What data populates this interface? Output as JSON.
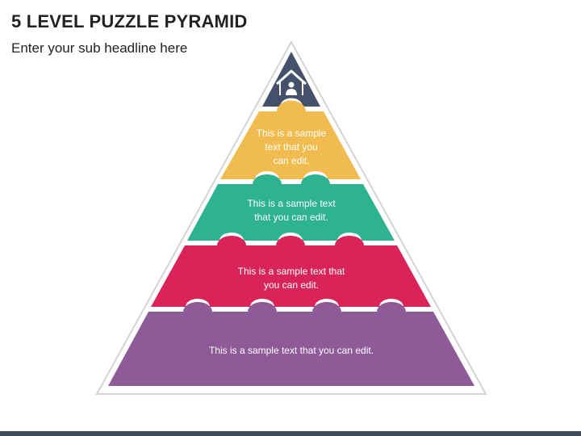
{
  "header": {
    "title": "5 LEVEL PUZZLE PYRAMID",
    "subtitle": "Enter your sub headline here"
  },
  "pyramid": {
    "levels": [
      {
        "icon": "house-person-icon",
        "color": "#45506a",
        "lines": []
      },
      {
        "color": "#f0bc4f",
        "lines": [
          "This is a sample",
          "text that you",
          "can edit."
        ]
      },
      {
        "color": "#2eb392",
        "lines": [
          "This is a sample text",
          "that you can edit."
        ]
      },
      {
        "color": "#d9245a",
        "lines": [
          "This is a sample text that",
          "you can edit."
        ]
      },
      {
        "color": "#8e5b98",
        "lines": [
          "This is a sample text that you can edit."
        ]
      }
    ],
    "outline_color": "#d2d4d6"
  },
  "footer": {
    "bar_color": "#3c4a5c"
  }
}
